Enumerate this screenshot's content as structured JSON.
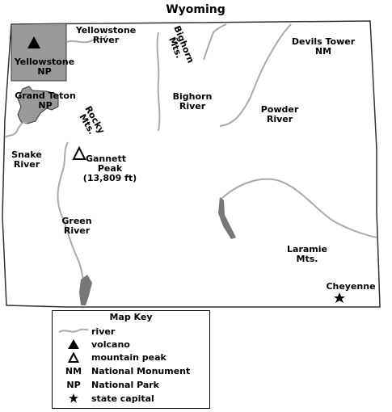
{
  "title": "Wyoming",
  "labels": {
    "yellowstone_np": [
      "Yellowstone",
      "NP"
    ],
    "yellowstone_river": [
      "Yellowstone",
      "River"
    ],
    "bighorn_mts": [
      "Bighorn",
      "Mts."
    ],
    "devils_tower": [
      "Devils Tower",
      "NM"
    ],
    "grand_teton": [
      "Grand Teton",
      "NP"
    ],
    "rocky_mts": [
      "Rocky",
      "Mts."
    ],
    "bighorn_river": [
      "Bighorn",
      "River"
    ],
    "powder_river": [
      "Powder",
      "River"
    ],
    "snake_river": [
      "Snake",
      "River"
    ],
    "gannett_peak": [
      "Gannett",
      "Peak",
      "(13,809 ft)"
    ],
    "green_river": [
      "Green",
      "River"
    ],
    "laramie_mts": [
      "Laramie",
      "Mts."
    ],
    "cheyenne": "Cheyenne"
  },
  "key": {
    "title": "Map Key",
    "items": [
      {
        "symbol": "river-line",
        "label": "river"
      },
      {
        "symbol": "volcano-icon",
        "label": "volcano"
      },
      {
        "symbol": "mountain-peak-icon",
        "label": "mountain peak"
      },
      {
        "symbol": "NM",
        "label": "National Monument"
      },
      {
        "symbol": "NP",
        "label": "National Park"
      },
      {
        "symbol": "star-icon",
        "label": "state capital"
      }
    ]
  },
  "colors": {
    "park_fill": "#999999",
    "river": "#aaaaaa",
    "border": "#333333",
    "lake": "#777777"
  }
}
